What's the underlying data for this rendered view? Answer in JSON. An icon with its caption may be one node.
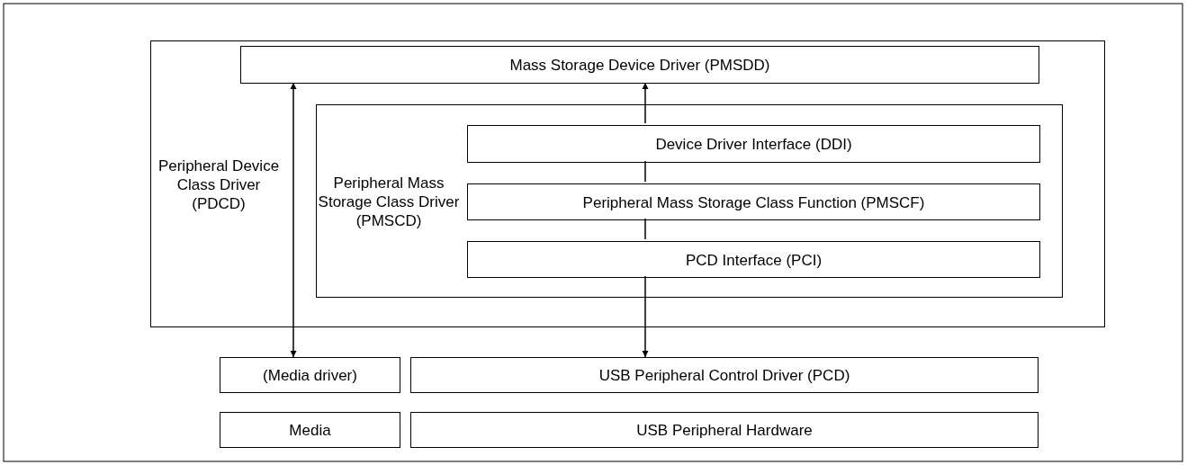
{
  "diagram": {
    "nodes": [
      {
        "text": [
          "Peripheral Device Class Driver (PDCD)"
        ]
      },
      {
        "text": [
          "Mass Storage Device Driver (PMSDD)"
        ],
        "in": 0
      },
      {
        "text": [
          "Peripheral Mass Storage Class Driver (PMSCD)"
        ],
        "in": 0
      },
      {
        "text": [
          "Device Driver Interface (DDI)"
        ],
        "in": 2
      },
      {
        "text": [
          "Peripheral Mass Storage Class Function (PMSCF)"
        ],
        "in": 2
      },
      {
        "text": [
          "PCD Interface (PCI)"
        ],
        "in": 2
      },
      {
        "text": [
          "(Media driver)"
        ]
      },
      {
        "text": [
          "USB Peripheral Control Driver (PCD)"
        ]
      },
      {
        "text": [
          "Media"
        ]
      },
      {
        "text": [
          "USB Peripheral Hardware"
        ]
      }
    ],
    "edges": [
      {
        "from": 1,
        "to": 6,
        "arrow": "both"
      },
      {
        "from": 3,
        "to": 1,
        "arrow": "to"
      },
      {
        "from": 3,
        "to": 4,
        "arrow": "none"
      },
      {
        "from": 4,
        "to": 5,
        "arrow": "none"
      },
      {
        "from": 5,
        "to": 7,
        "arrow": "to"
      }
    ]
  }
}
